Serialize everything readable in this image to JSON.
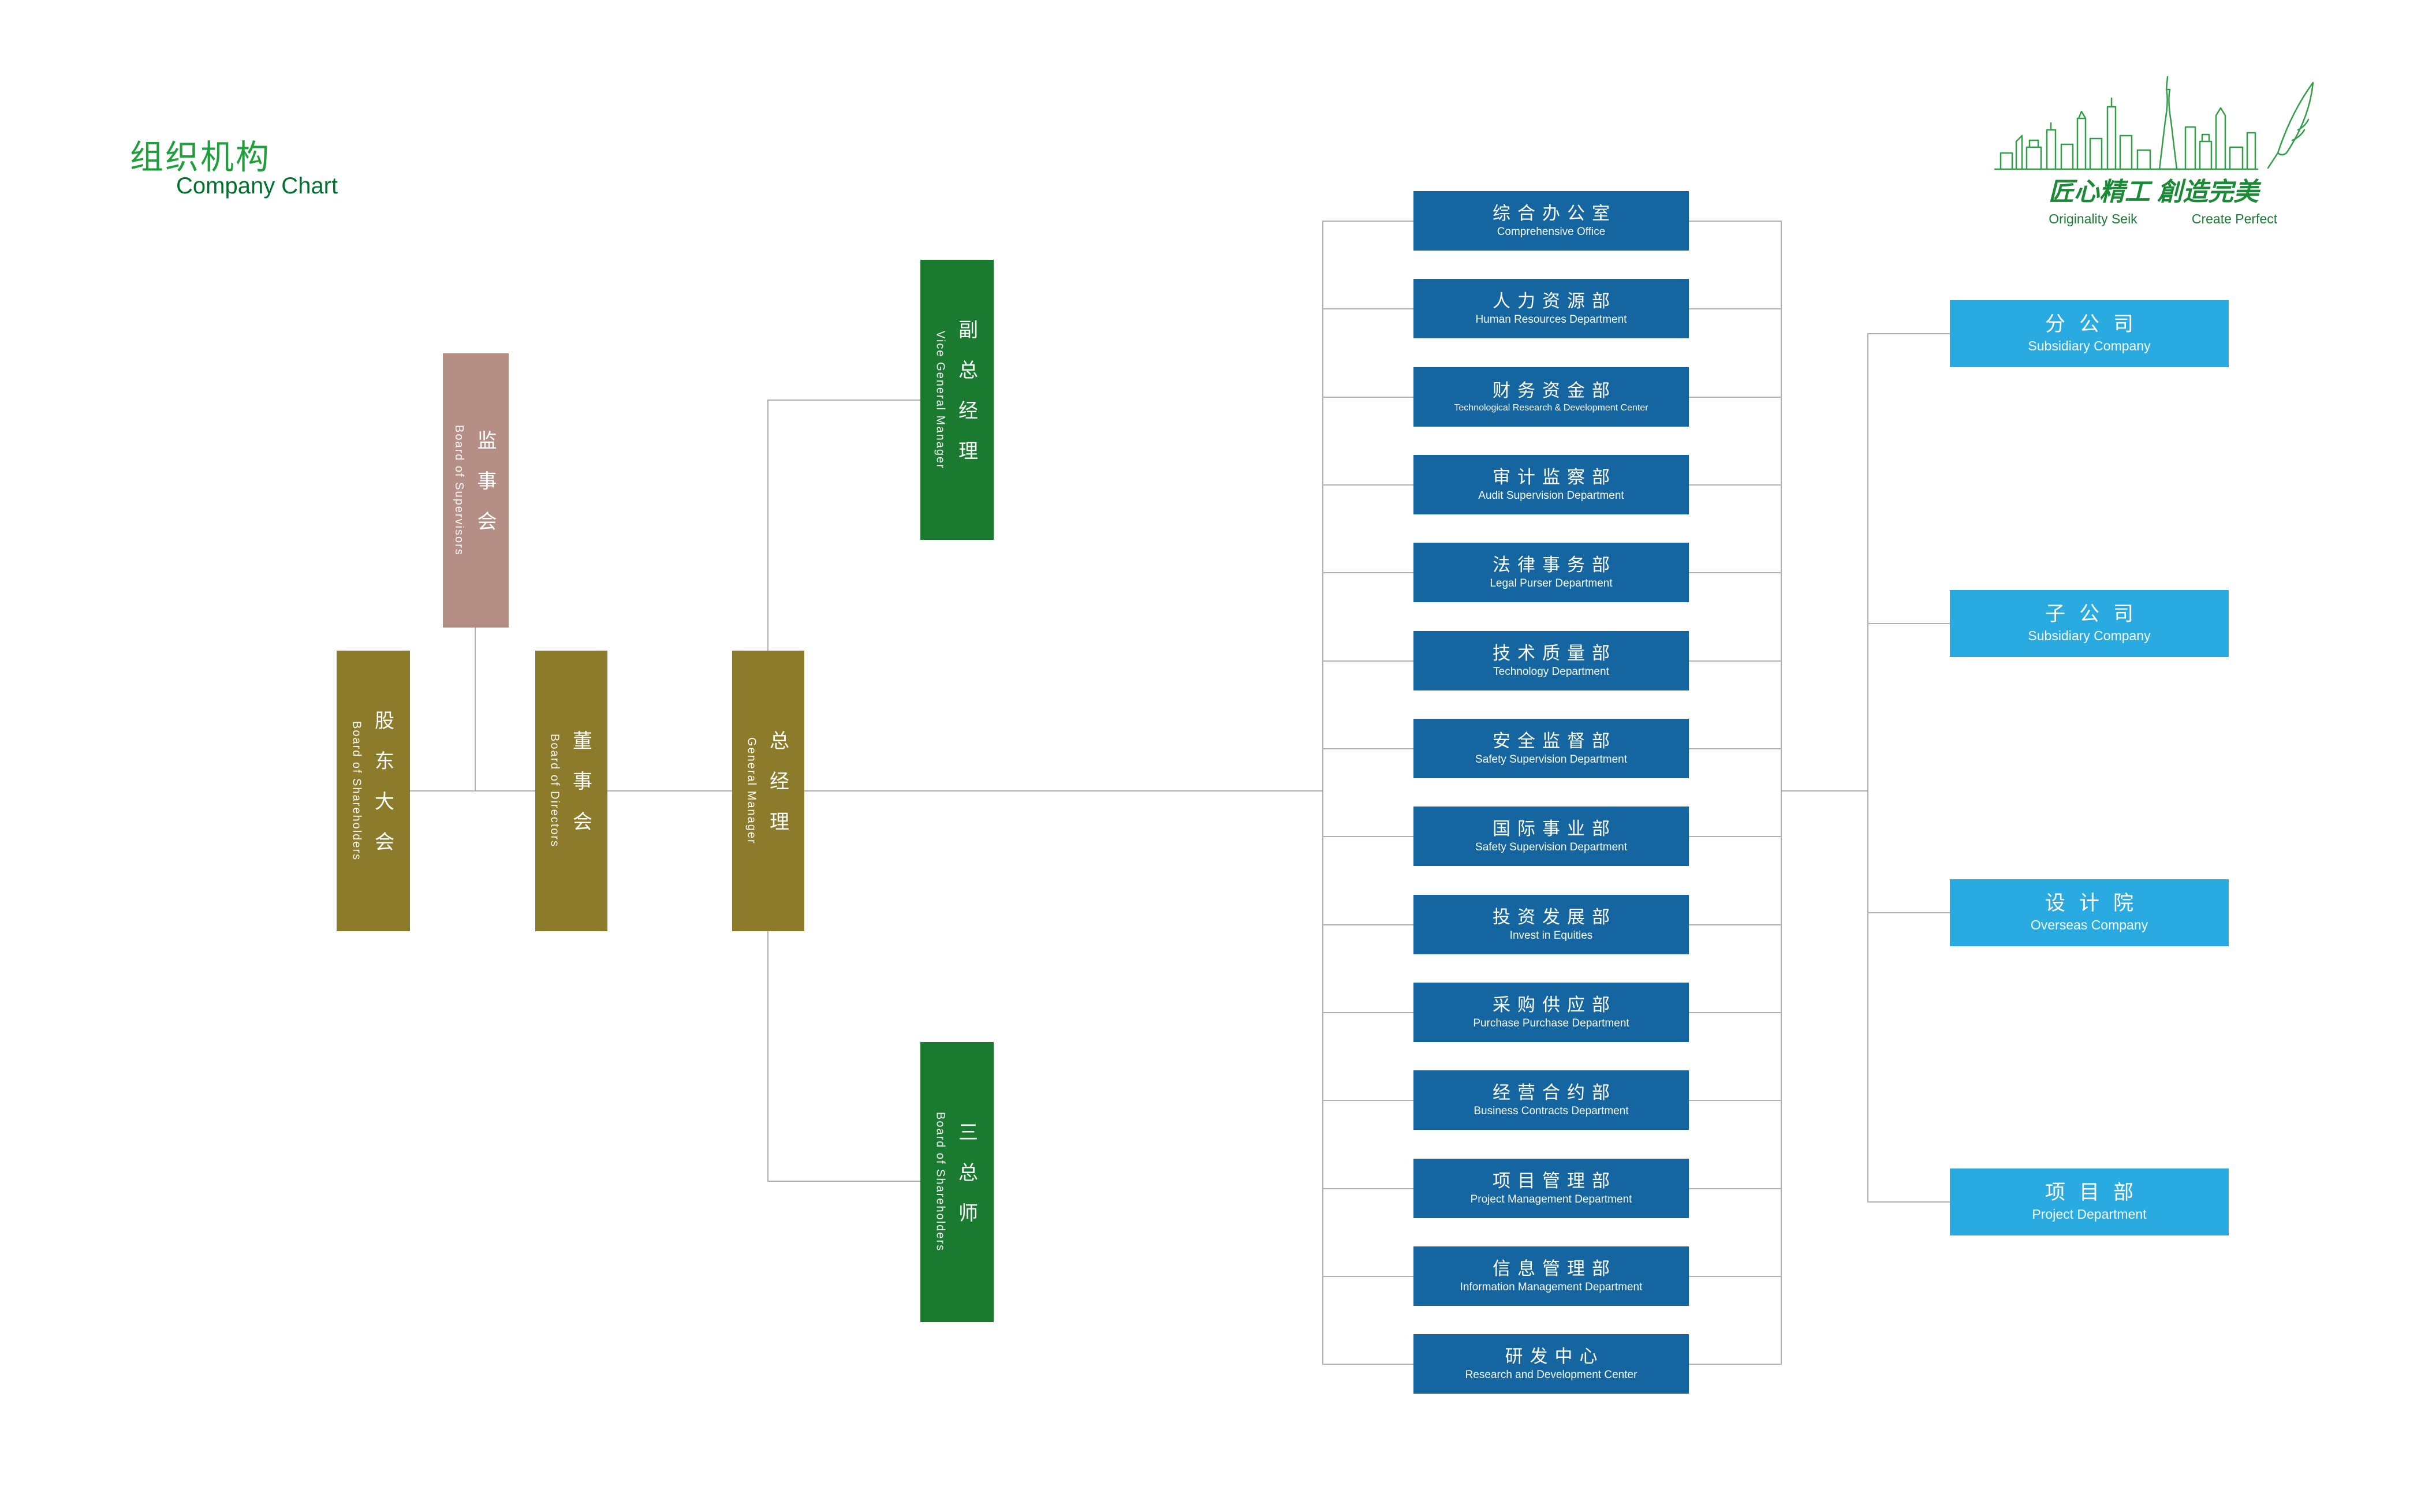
{
  "page": {
    "title_cn": "组织机构",
    "title_en": "Company Chart"
  },
  "logo": {
    "slogan_cn": "匠心精工 創造完美",
    "slogan_en_left": "Originality Seik",
    "slogan_en_right": "Create Perfect"
  },
  "colors": {
    "title_green": "#1fa03c",
    "mauve": "#b58e86",
    "olive": "#8c7b2b",
    "dark_green": "#1a7a30",
    "dept_blue": "#1566a0",
    "subsidiary_blue": "#29abe2",
    "line_gray": "#b0b0b0"
  },
  "governance": {
    "supervisors": {
      "cn": "监事会",
      "en": "Board of Supervisors"
    },
    "shareholders": {
      "cn": "股东大会",
      "en": "Board of Shareholders"
    },
    "directors": {
      "cn": "董事会",
      "en": "Board of Directors"
    },
    "general_manager": {
      "cn": "总经理",
      "en": "General Manager"
    },
    "vice_general_manager": {
      "cn": "副总经理",
      "en": "Vice General Manager"
    },
    "three_chiefs": {
      "cn": "三总师",
      "en": "Board of Shareholders"
    }
  },
  "departments": [
    {
      "cn": "综合办公室",
      "en": "Comprehensive Office"
    },
    {
      "cn": "人力资源部",
      "en": "Human Resources Department"
    },
    {
      "cn": "财务资金部",
      "en": "Technological Research & Development Center"
    },
    {
      "cn": "审计监察部",
      "en": "Audit Supervision Department"
    },
    {
      "cn": "法律事务部",
      "en": "Legal Purser Department"
    },
    {
      "cn": "技术质量部",
      "en": "Technology Department"
    },
    {
      "cn": "安全监督部",
      "en": "Safety Supervision Department"
    },
    {
      "cn": "国际事业部",
      "en": "Safety Supervision Department"
    },
    {
      "cn": "投资发展部",
      "en": "Invest in Equities"
    },
    {
      "cn": "采购供应部",
      "en": "Purchase Purchase Department"
    },
    {
      "cn": "经营合约部",
      "en": "Business Contracts Department"
    },
    {
      "cn": "项目管理部",
      "en": "Project Management Department"
    },
    {
      "cn": "信息管理部",
      "en": "Information Management Department"
    },
    {
      "cn": "研发中心",
      "en": "Research and Development Center"
    }
  ],
  "subsidiaries": [
    {
      "cn": "分公司",
      "en": "Subsidiary Company"
    },
    {
      "cn": "子公司",
      "en": "Subsidiary Company"
    },
    {
      "cn": "设计院",
      "en": "Overseas Company"
    },
    {
      "cn": "项目部",
      "en": "Project Department"
    }
  ]
}
